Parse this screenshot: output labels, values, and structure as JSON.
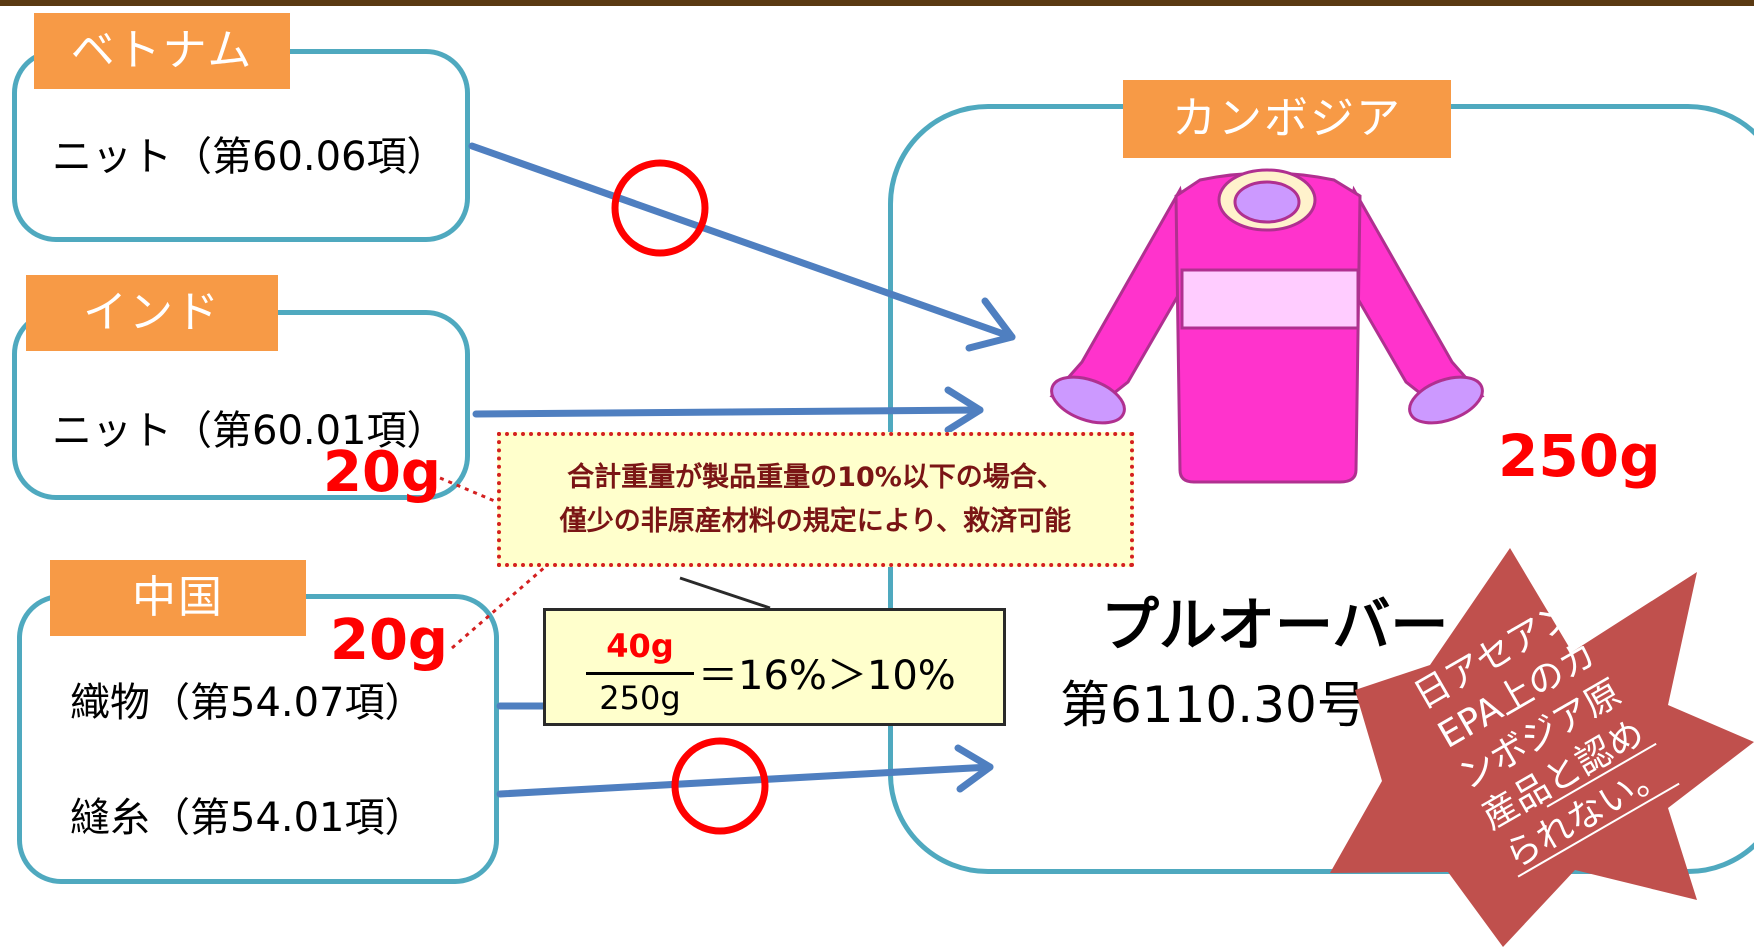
{
  "origins": [
    {
      "country": "ベトナム",
      "items": [
        "ニット（第60.06項）"
      ]
    },
    {
      "country": "インド",
      "items": [
        "ニット（第60.01項）"
      ],
      "weight": "20g"
    },
    {
      "country": "中国",
      "items": [
        "織物（第54.07項）",
        "縫糸（第54.01項）"
      ],
      "weight": "20g"
    }
  ],
  "destination": {
    "country": "カンボジア",
    "product_name": "プルオーバー",
    "product_hs": "第6110.30号",
    "product_weight": "250g"
  },
  "note": {
    "line1": "合計重量が製品重量の10%以下の場合、",
    "line2": "僅少の非原産材料の規定により、救済可能"
  },
  "calc": {
    "numerator": "40g",
    "denominator": "250g",
    "result": "＝16%＞10%"
  },
  "verdict": {
    "lines": [
      "日アセアン",
      "EPA上のカ",
      "ンボジア原",
      "産品と認め",
      "られない。"
    ]
  },
  "colors": {
    "box_border": "#4fa9bf",
    "tag_fill": "#f79a46",
    "arrow": "#4f7fc0",
    "ok_mark": "#ff0000",
    "star_fill": "#c0504d",
    "garment": "#ff33cc"
  }
}
